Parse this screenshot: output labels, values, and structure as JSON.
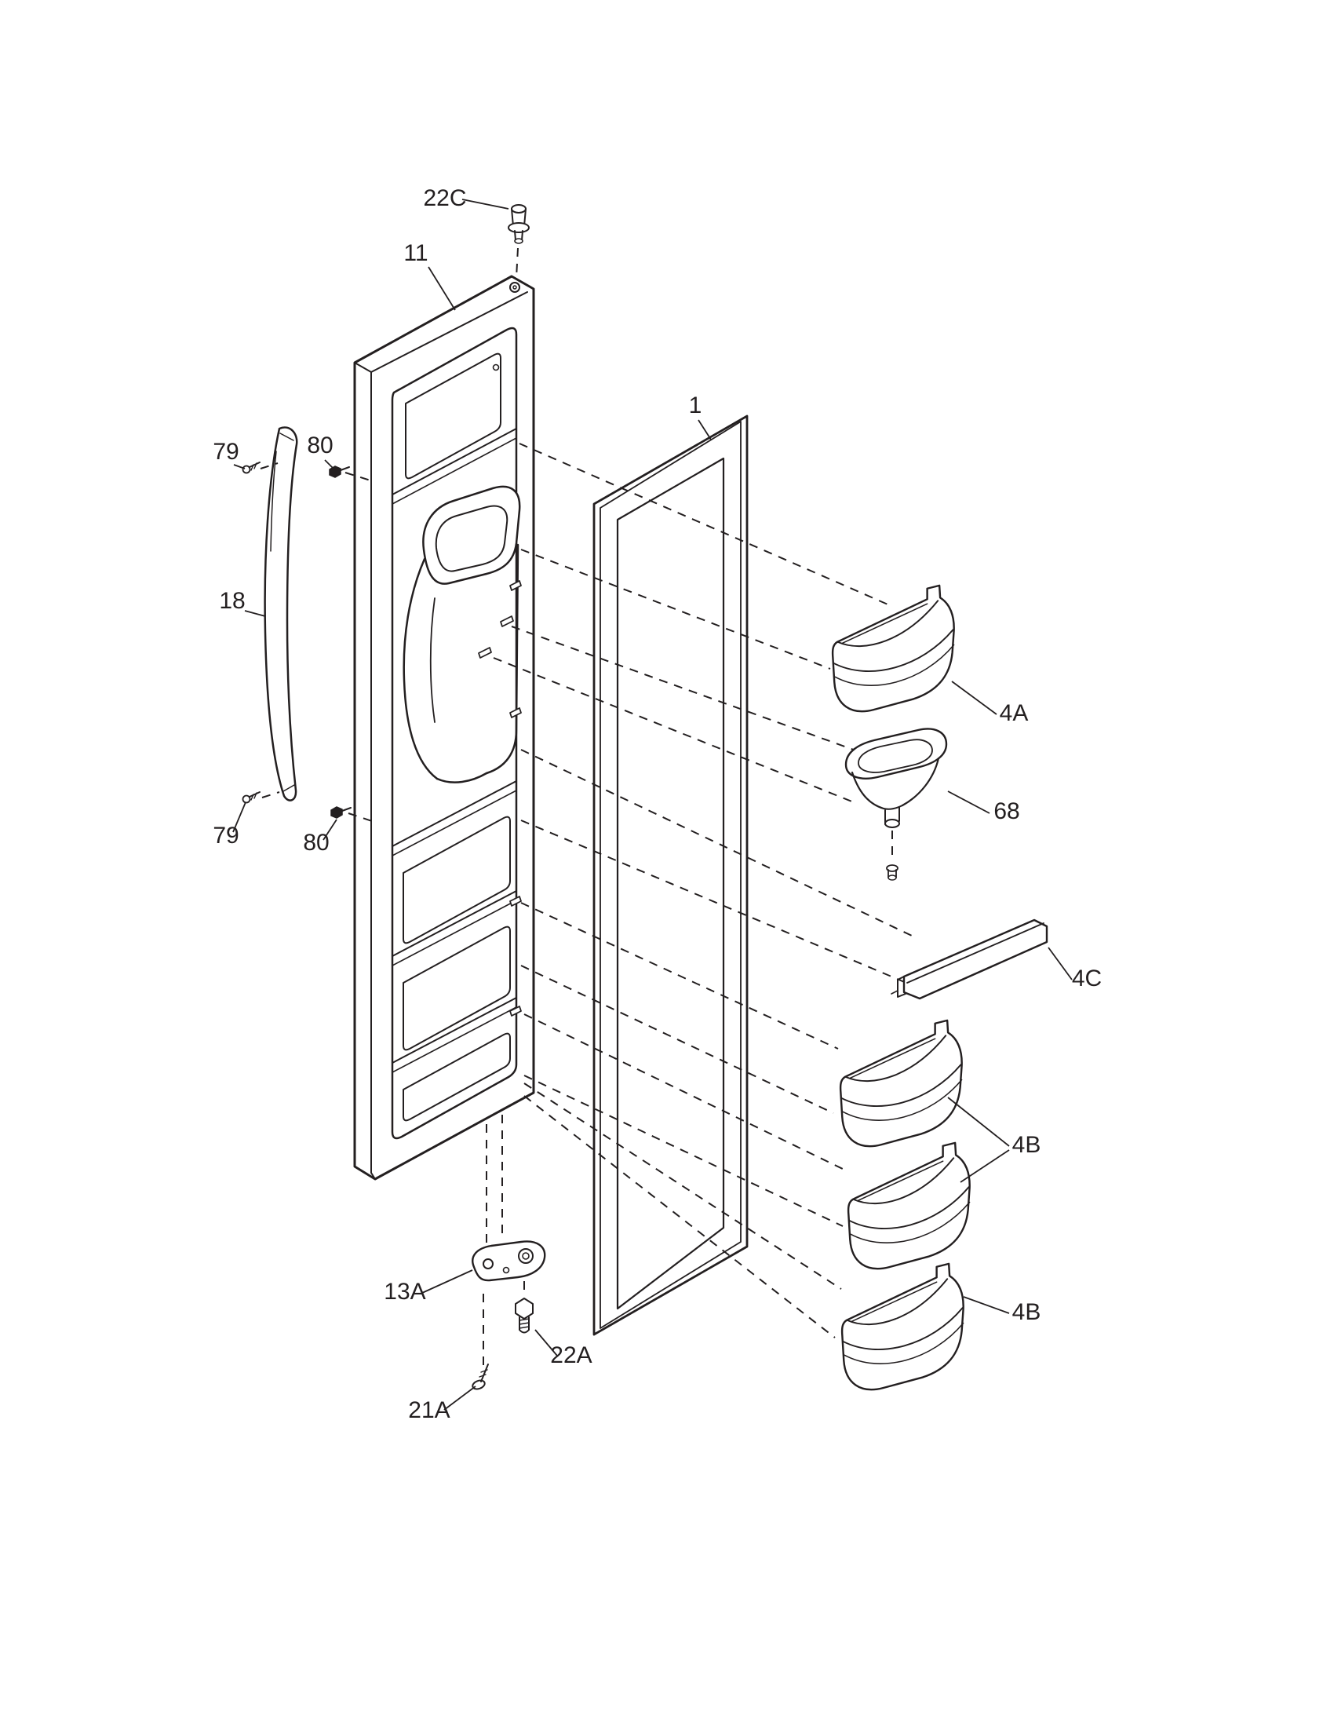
{
  "colors": {
    "line": "#231f20",
    "background": "#ffffff"
  },
  "diagram": {
    "labels": {
      "hinge_pin_top": "22C",
      "door": "11",
      "handle_screw_top": "79",
      "handle_bolt_top": "80",
      "handle": "18",
      "gasket": "1",
      "bin_4a": "4A",
      "funnel": "68",
      "handle_screw_bottom": "79",
      "handle_bolt_bottom": "80",
      "rail_4c": "4C",
      "bin_4b_upper": "4B",
      "hinge_bottom": "13A",
      "hinge_bolt": "22A",
      "hinge_screw": "21A",
      "bin_4b_lower": "4B"
    }
  }
}
